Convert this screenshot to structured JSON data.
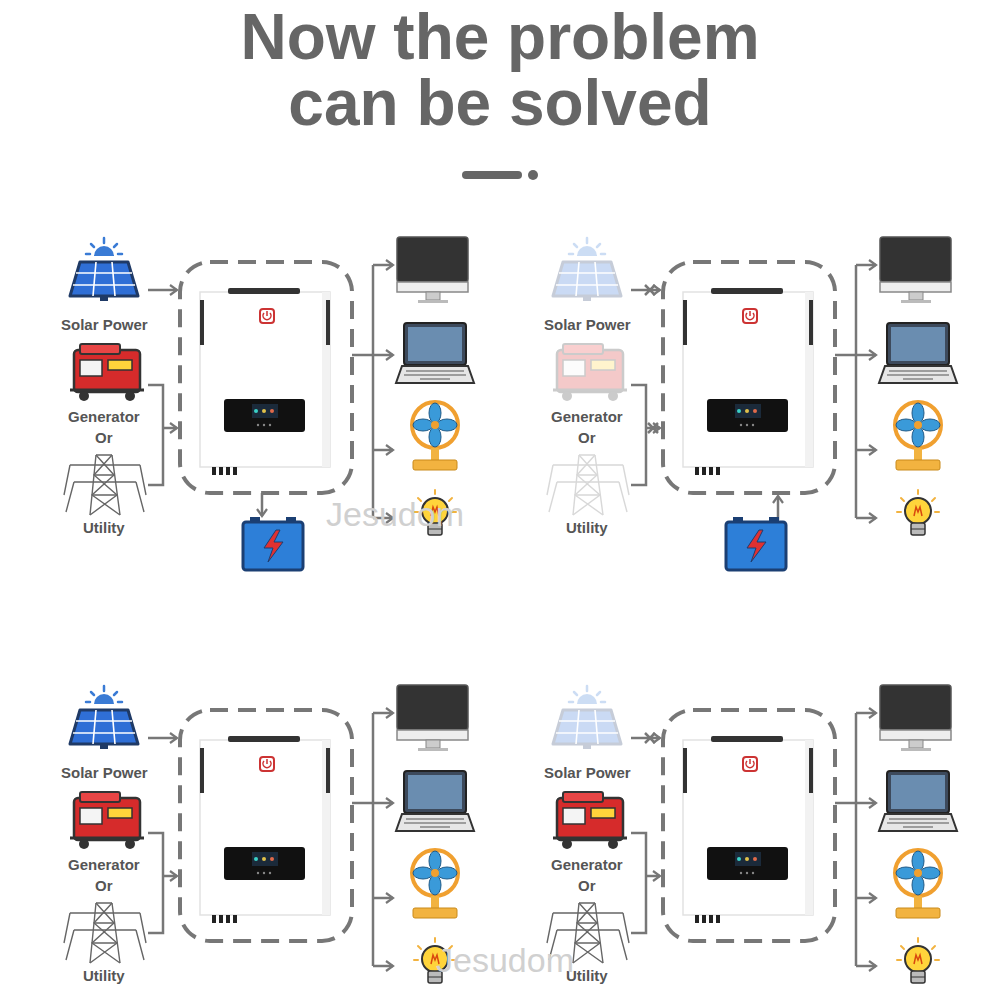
{
  "diagram": {
    "title": "Now the problem can be solved",
    "labels": [
      "Solar Power",
      "Generator",
      "Or",
      "Utility",
      "Solar Power",
      "Generator",
      "Or",
      "Utility",
      "Solar Power",
      "Generator",
      "Or",
      "Utility",
      "Solar Power",
      "Generator",
      "Or",
      "Utility",
      "Jesudom",
      "Jesudom"
    ]
  }
}
